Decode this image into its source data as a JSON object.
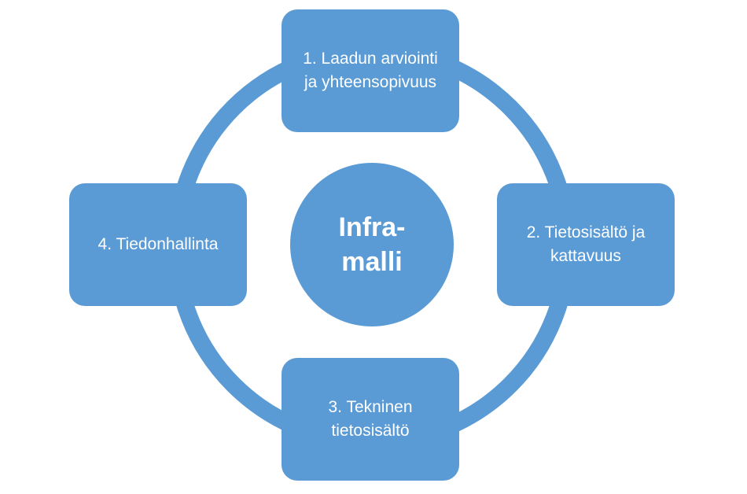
{
  "colors": {
    "fill": "#5b9bd5",
    "text": "#ffffff",
    "background": "#ffffff"
  },
  "center": {
    "label": "Infra-\nmalli"
  },
  "items": [
    {
      "label": "1. Laadun arviointi\nja yhteensopivuus"
    },
    {
      "label": "2. Tietosisältö ja\nkattavuus"
    },
    {
      "label": "3. Tekninen\ntietosisältö"
    },
    {
      "label": "4. Tiedonhallinta"
    }
  ]
}
